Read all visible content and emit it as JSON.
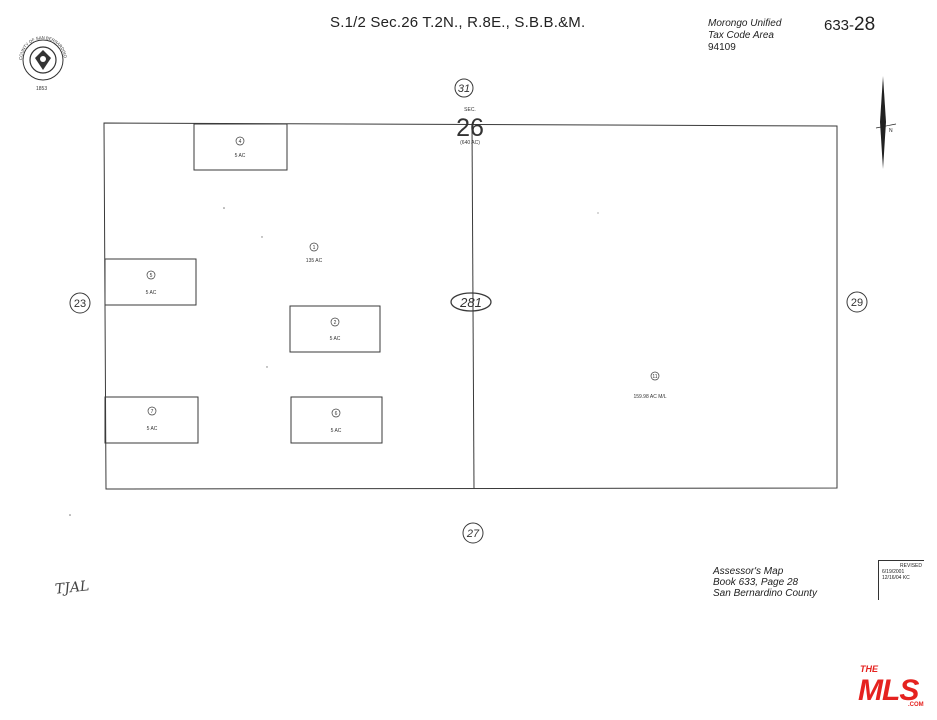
{
  "header": {
    "title": "S.1/2 Sec.26 T.2N., R.8E., S.B.B.&M.",
    "district_line1": "Morongo Unified",
    "district_line2": "Tax Code Area",
    "district_line3": "94109",
    "map_prefix": "633-",
    "map_page": "28"
  },
  "seal": {
    "text": "COUNTY OF SAN BERNARDINO",
    "year": "1853"
  },
  "section": {
    "sec_label": "SEC.",
    "number": "26",
    "acres": "(640 AC)",
    "adjoining_top": "31",
    "adjoining_left": "23",
    "adjoining_right": "29",
    "adjoining_bottom": "27",
    "block_number": "281"
  },
  "parcels": [
    {
      "number": "4",
      "acres": "5 AC"
    },
    {
      "number": "1",
      "acres": "135 AC"
    },
    {
      "number": "5",
      "acres": "5 AC"
    },
    {
      "number": "7",
      "acres": "5 AC"
    },
    {
      "number": "2",
      "acres": "5 AC"
    },
    {
      "number": "6",
      "acres": "5 AC"
    },
    {
      "number": "11",
      "acres": "159.98 AC  M/L"
    }
  ],
  "footer": {
    "line1": "Assessor's Map",
    "line2": "Book 633, Page 28",
    "line3": "San Bernardino County",
    "revised_label": "REVISED",
    "revised_date1": "6/19/2001",
    "revised_date2": "12/16/04 KC",
    "signature": "TJAL"
  },
  "north_arrow": {
    "label": "N"
  },
  "logo": {
    "top": "THE",
    "main": "MLS",
    "suffix": ".COM"
  },
  "colors": {
    "line": "#3a3a3a",
    "logo_red": "#e5221f",
    "paper": "#ffffff"
  }
}
